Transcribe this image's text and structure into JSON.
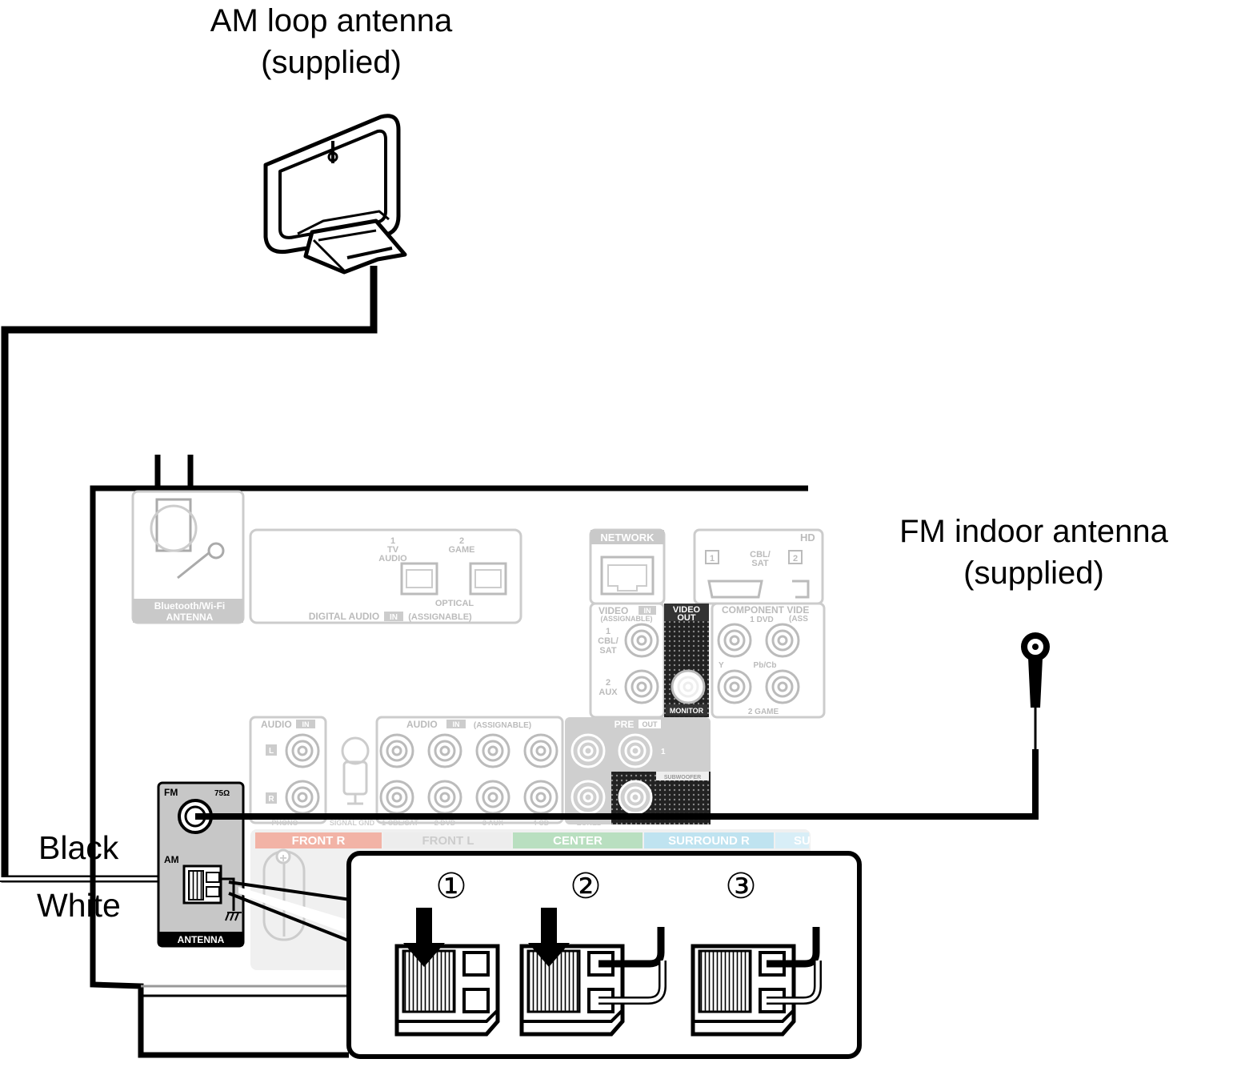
{
  "labels": {
    "am_title_line1": "AM loop antenna",
    "am_title_line2": "(supplied)",
    "fm_title_line1": "FM indoor antenna",
    "fm_title_line2": "(supplied)",
    "wire_black": "Black",
    "wire_white": "White"
  },
  "panel": {
    "bt_wifi_line1": "Bluetooth/Wi-Fi",
    "bt_wifi_line2": "ANTENNA",
    "digital_audio": "DIGITAL AUDIO",
    "in_badge": "IN",
    "assignable": "(ASSIGNABLE)",
    "optical": "OPTICAL",
    "opt1_num": "1",
    "opt1_tv": "TV",
    "opt1_audio": "AUDIO",
    "opt2_num": "2",
    "opt2_game": "GAME",
    "network": "NETWORK",
    "hdmi": "HD",
    "hdmi_in1": "1",
    "hdmi_in2": "2",
    "cbl_sat_line1": "CBL/",
    "cbl_sat_line2": "SAT",
    "video": "VIDEO",
    "video_in_1": "1",
    "video_in_2": "2",
    "aux": "AUX",
    "video_out": "VIDEO",
    "out": "OUT",
    "monitor": "MONITOR",
    "component": "COMPONENT VIDE",
    "comp_assignable": "(ASS",
    "comp_1dvd": "1 DVD",
    "comp_y": "Y",
    "comp_pbcb": "Pb/Cb",
    "comp_2game": "2 GAME",
    "audio": "AUDIO",
    "pre": "PRE",
    "sub_num": "1",
    "subwoofer": "SUBWOOFER",
    "l": "L",
    "r": "R",
    "bottom_phono": "PHONO",
    "bottom_signal_gnd": "SIGNAL GND",
    "bottom_cbl": "1 CBL/SAT",
    "bottom_dvd": "2 DVD",
    "bottom_aux": "3 AUX",
    "bottom_cd": "4 CD",
    "bottom_zone2": "ZONE2",
    "fm": "FM",
    "ohm": "75Ω",
    "am": "AM",
    "antenna": "ANTENNA"
  },
  "speaker_bar": {
    "front_r": "FRONT R",
    "front_l": "FRONT L",
    "center": "CENTER",
    "surround_r": "SURROUND R",
    "su": "SU",
    "colors": {
      "front_r": "#f2b3a6",
      "front_l": "#ededed",
      "center": "#b9dfc0",
      "surround_r": "#bfe3f0",
      "su": "#d8eef7"
    }
  },
  "steps": {
    "step1": "①",
    "step2": "②",
    "step3": "③"
  }
}
